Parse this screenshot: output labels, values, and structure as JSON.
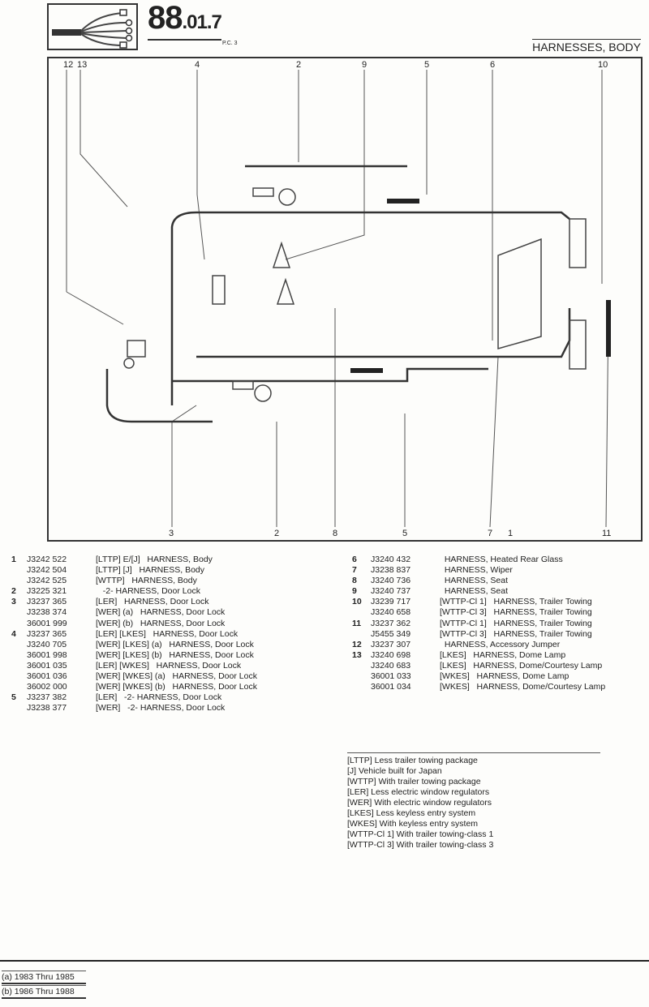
{
  "header": {
    "section_major": "88",
    "section_minor": ".01.",
    "section_sub": "7",
    "pc": "P.C. 3",
    "title": "HARNESSES, BODY"
  },
  "diagram": {
    "top_callouts": [
      "12",
      "13",
      "4",
      "2",
      "9",
      "5",
      "6",
      "10"
    ],
    "bottom_callouts": [
      "3",
      "2",
      "8",
      "5",
      "7",
      "1",
      "11"
    ]
  },
  "parts_left": [
    {
      "num": "1",
      "part": "J3242 522",
      "desc": "[LTTP] E/[J]   HARNESS, Body"
    },
    {
      "num": "",
      "part": "J3242 504",
      "desc": "[LTTP] [J]   HARNESS, Body"
    },
    {
      "num": "",
      "part": "J3242 525",
      "desc": "[WTTP]   HARNESS, Body"
    },
    {
      "num": "2",
      "part": "J3225 321",
      "desc": "   -2- HARNESS, Door Lock"
    },
    {
      "num": "3",
      "part": "J3237 365",
      "desc": "[LER]   HARNESS, Door Lock"
    },
    {
      "num": "",
      "part": "J3238 374",
      "desc": "[WER] (a)   HARNESS, Door Lock"
    },
    {
      "num": "",
      "part": "36001 999",
      "desc": "[WER] (b)   HARNESS, Door Lock"
    },
    {
      "num": "4",
      "part": "J3237 365",
      "desc": "[LER] [LKES]   HARNESS, Door Lock"
    },
    {
      "num": "",
      "part": "J3240 705",
      "desc": "[WER] [LKES] (a)   HARNESS, Door Lock"
    },
    {
      "num": "",
      "part": "36001 998",
      "desc": "[WER] [LKES] (b)   HARNESS, Door Lock"
    },
    {
      "num": "",
      "part": "36001 035",
      "desc": "[LER] [WKES]   HARNESS, Door Lock"
    },
    {
      "num": "",
      "part": "36001 036",
      "desc": "[WER] [WKES] (a)   HARNESS, Door Lock"
    },
    {
      "num": "",
      "part": "36002 000",
      "desc": "[WER] [WKES] (b)   HARNESS, Door Lock"
    },
    {
      "num": "5",
      "part": "J3237 382",
      "desc": "[LER]   -2- HARNESS, Door Lock"
    },
    {
      "num": "",
      "part": "J3238 377",
      "desc": "[WER]   -2- HARNESS, Door Lock"
    }
  ],
  "parts_right": [
    {
      "num": "6",
      "part": "J3240 432",
      "desc": "  HARNESS, Heated Rear Glass"
    },
    {
      "num": "7",
      "part": "J3238 837",
      "desc": "  HARNESS, Wiper"
    },
    {
      "num": "8",
      "part": "J3240 736",
      "desc": "  HARNESS, Seat"
    },
    {
      "num": "9",
      "part": "J3240 737",
      "desc": "  HARNESS, Seat"
    },
    {
      "num": "10",
      "part": "J3239 717",
      "desc": "[WTTP-Cl 1]   HARNESS, Trailer Towing"
    },
    {
      "num": "",
      "part": "J3240 658",
      "desc": "[WTTP-Cl 3]   HARNESS, Trailer Towing"
    },
    {
      "num": "11",
      "part": "J3237 362",
      "desc": "[WTTP-Cl 1]   HARNESS, Trailer Towing"
    },
    {
      "num": "",
      "part": "J5455 349",
      "desc": "[WTTP-Cl 3]   HARNESS, Trailer Towing"
    },
    {
      "num": "12",
      "part": "J3237 307",
      "desc": "  HARNESS, Accessory Jumper"
    },
    {
      "num": "13",
      "part": "J3240 698",
      "desc": "[LKES]   HARNESS, Dome Lamp"
    },
    {
      "num": "",
      "part": "J3240 683",
      "desc": "[LKES]   HARNESS, Dome/Courtesy Lamp"
    },
    {
      "num": "",
      "part": "36001 033",
      "desc": "[WKES]   HARNESS, Dome Lamp"
    },
    {
      "num": "",
      "part": "36001 034",
      "desc": "[WKES]   HARNESS, Dome/Courtesy Lamp"
    }
  ],
  "legend": [
    "[LTTP] Less trailer towing package",
    "[J] Vehicle built for Japan",
    "[WTTP] With trailer towing package",
    "[LER] Less electric window regulators",
    "[WER] With electric window regulators",
    "[LKES] Less keyless entry system",
    "[WKES] With keyless entry system",
    "[WTTP-Cl 1] With trailer towing-class 1",
    "[WTTP-Cl 3] With trailer towing-class 3"
  ],
  "footnotes": [
    "(a) 1983 Thru 1985",
    "(b) 1986 Thru 1988"
  ]
}
